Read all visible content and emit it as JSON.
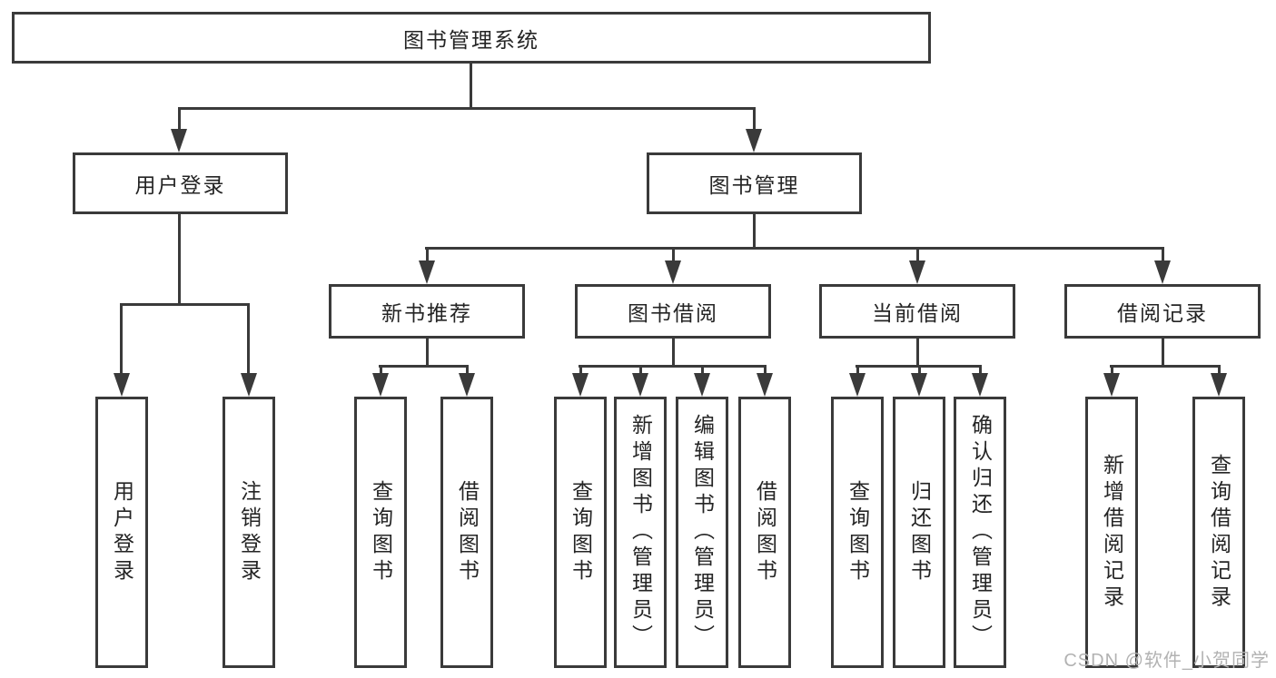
{
  "nodes": {
    "root": {
      "label": "图书管理系统"
    },
    "user_login": {
      "label": "用户登录"
    },
    "book_management": {
      "label": "图书管理"
    },
    "new_book_recommend": {
      "label": "新书推荐"
    },
    "book_borrowing": {
      "label": "图书借阅"
    },
    "current_borrowing": {
      "label": "当前借阅"
    },
    "borrowing_records": {
      "label": "借阅记录"
    },
    "leaf_user_login": {
      "label": "用户登录"
    },
    "leaf_logout": {
      "label": "注销登录"
    },
    "leaf_query_books_a": {
      "label": "查询图书"
    },
    "leaf_borrow_books_a": {
      "label": "借阅图书"
    },
    "leaf_query_books_b": {
      "label": "查询图书"
    },
    "leaf_add_book_admin": {
      "label": "新增图书（管理员）"
    },
    "leaf_edit_book_admin": {
      "label": "编辑图书（管理员）"
    },
    "leaf_borrow_books_b": {
      "label": "借阅图书"
    },
    "leaf_query_books_c": {
      "label": "查询图书"
    },
    "leaf_return_books": {
      "label": "归还图书"
    },
    "leaf_confirm_return_admin": {
      "label": "确认归还（管理员）"
    },
    "leaf_add_borrow_record": {
      "label": "新增借阅记录"
    },
    "leaf_query_borrow_record": {
      "label": "查询借阅记录"
    }
  },
  "hierarchy": {
    "图书管理系统": [
      "用户登录",
      "图书管理"
    ],
    "用户登录": [
      "用户登录",
      "注销登录"
    ],
    "图书管理": [
      "新书推荐",
      "图书借阅",
      "当前借阅",
      "借阅记录"
    ],
    "新书推荐": [
      "查询图书",
      "借阅图书"
    ],
    "图书借阅": [
      "查询图书",
      "新增图书（管理员）",
      "编辑图书（管理员）",
      "借阅图书"
    ],
    "当前借阅": [
      "查询图书",
      "归还图书",
      "确认归还（管理员）"
    ],
    "借阅记录": [
      "新增借阅记录",
      "查询借阅记录"
    ]
  },
  "watermark": {
    "text": "CSDN @软件_小贺同学",
    "color": "#b2b2b2"
  },
  "colors": {
    "line": "#3a3a3a",
    "node_border": "#3a3a3a",
    "node_text": "#242424",
    "background": "#ffffff"
  }
}
